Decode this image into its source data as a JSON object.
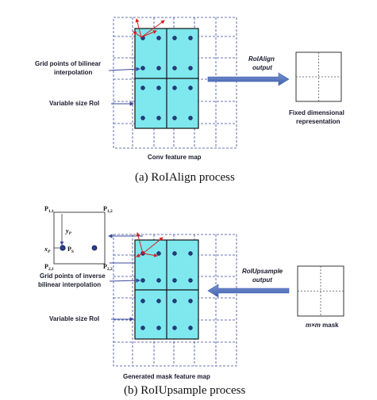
{
  "panel_a": {
    "label_grid_points": "Grid points of bilinear interpolation",
    "label_grid_points_line1": "Grid points of bilinear",
    "label_grid_points_line2": "interpolation",
    "label_roi": "Variable size RoI",
    "arrow_label_line1": "RoIAlign",
    "arrow_label_line2": "output",
    "fixed_label_line1": "Fixed dimensional",
    "fixed_label_line2": "representation",
    "map_label": "Conv feature map",
    "caption": "(a)  RoIAlign process"
  },
  "panel_b": {
    "p11": "P",
    "p11_sub": "1,1",
    "p12": "P",
    "p12_sub": "1,2",
    "p21": "P",
    "p21_sub": "2,1",
    "p22": "P",
    "p22_sub": "2,2",
    "yp": "y",
    "yp_sub": "P",
    "xp": "x",
    "xp_sub": "P",
    "ps": "P",
    "ps_sub": "S",
    "label_grid_points_line1": "Grid points of inverse",
    "label_grid_points_line2": "bilinear interpolation",
    "label_roi": "Variable size RoI",
    "arrow_label_line1": "RoIUpsample",
    "arrow_label_line2": "output",
    "mask_label_it": "m×m",
    "mask_label": " mask",
    "map_label": "Generated mask feature map",
    "caption": "(b)  RoIUpsample process"
  },
  "colors": {
    "roi_fill": "#7ee8ee",
    "grid": "#3b4a9c",
    "dot": "#2a3f8f",
    "red_arrows": "#d42020"
  }
}
